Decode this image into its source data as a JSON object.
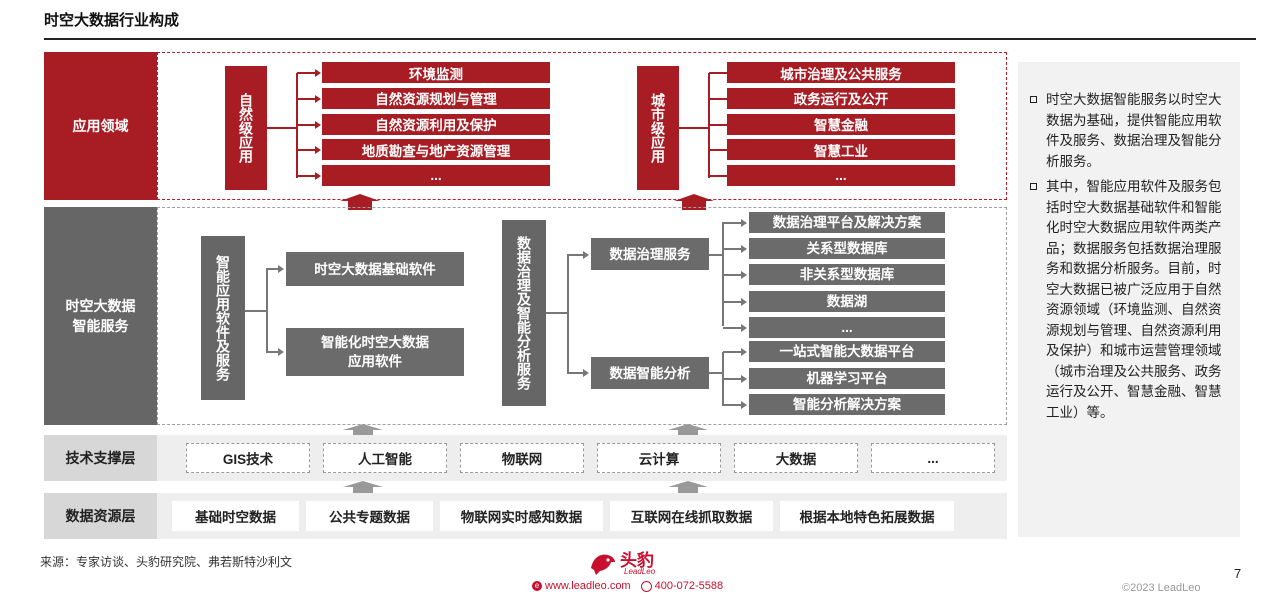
{
  "title": "时空大数据行业构成",
  "row_labels": {
    "application": "应用领域",
    "service": "时空大数据\n智能服务",
    "tech": "技术支撑层",
    "resource": "数据资源层"
  },
  "app_natural": {
    "header": "自然级应用",
    "items": [
      "环境监测",
      "自然资源规划与管理",
      "自然资源利用及保护",
      "地质勘查与地产资源管理",
      "..."
    ]
  },
  "app_city": {
    "header": "城市级应用",
    "items": [
      "城市治理及公共服务",
      "政务运行及公开",
      "智慧金融",
      "智慧工业",
      "..."
    ]
  },
  "service_software": {
    "header": "智能应用软件及服务",
    "items": [
      "时空大数据基础软件",
      "智能化时空大数据\n应用软件"
    ]
  },
  "service_data": {
    "header": "数据治理及智能分析服务",
    "governance": {
      "label": "数据治理服务",
      "items": [
        "数据治理平台及解决方案",
        "关系型数据库",
        "非关系型数据库",
        "数据湖",
        "..."
      ]
    },
    "analysis": {
      "label": "数据智能分析",
      "items": [
        "一站式智能大数据平台",
        "机器学习平台",
        "智能分析解决方案"
      ]
    }
  },
  "tech_items": [
    "GIS技术",
    "人工智能",
    "物联网",
    "云计算",
    "大数据",
    "..."
  ],
  "resource_items": [
    "基础时空数据",
    "公共专题数据",
    "物联网实时感知数据",
    "互联网在线抓取数据",
    "根据本地特色拓展数据"
  ],
  "description": [
    "时空大数据智能服务以时空大数据为基础，提供智能应用软件及服务、数据治理及智能分析服务。",
    "其中，智能应用软件及服务包括时空大数据基础软件和智能化时空大数据应用软件两类产品；数据服务包括数据治理服务和数据分析服务。目前，时空大数据已被广泛应用于自然资源领域（环境监测、自然资源规划与管理、自然资源利用及保护）和城市运营管理领域（城市治理及公共服务、政务运行及公开、智慧金融、智慧工业）等。"
  ],
  "footer": {
    "source": "来源：专家访谈、头豹研究院、弗若斯特沙利文",
    "logo_cn": "头豹",
    "logo_en": "LeadLeo",
    "website": "www.leadleo.com",
    "phone": "400-072-5588",
    "page": "7",
    "copyright": "©2023 LeadLeo"
  },
  "colors": {
    "brand_red": "#a81d24",
    "gray": "#666666"
  }
}
